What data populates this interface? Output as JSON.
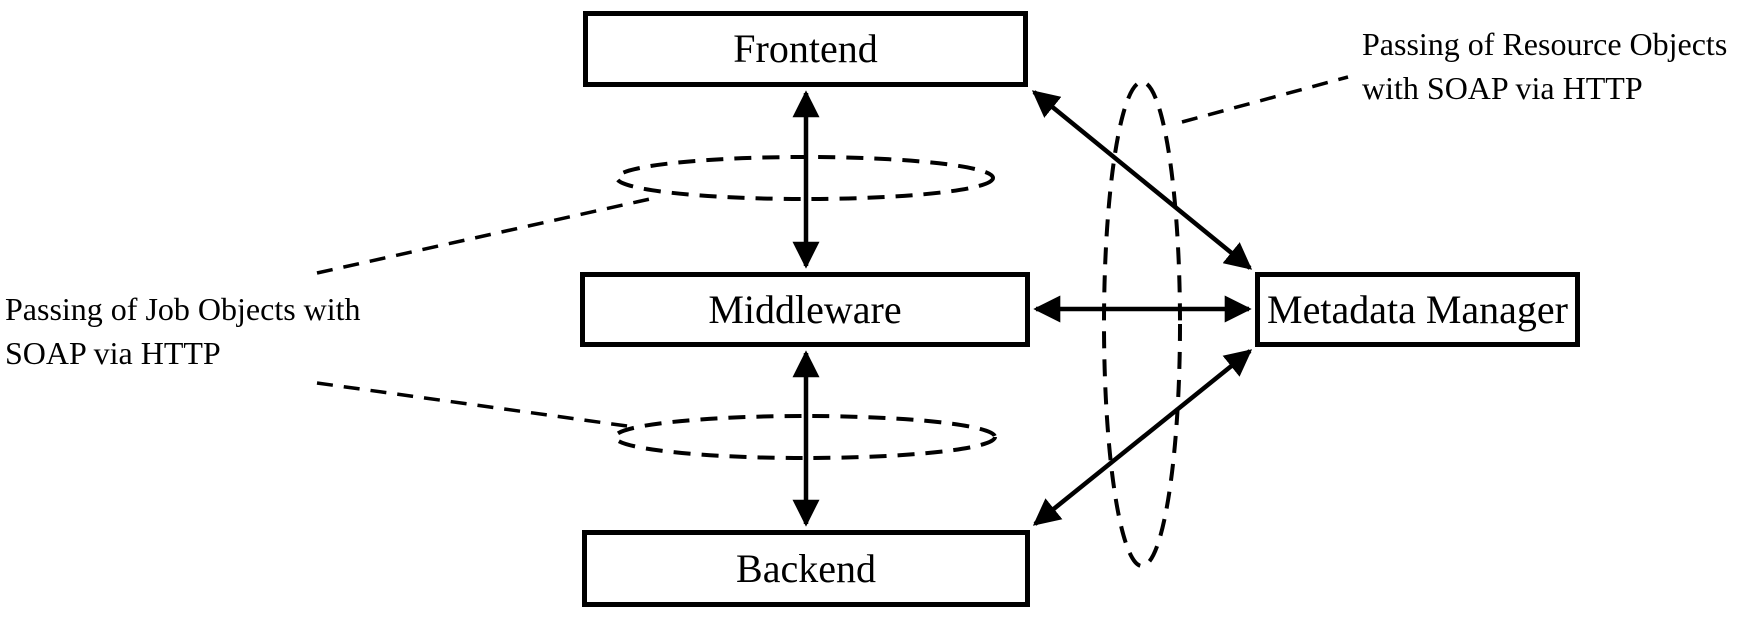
{
  "diagram": {
    "nodes": {
      "frontend": {
        "label": "Frontend"
      },
      "middleware": {
        "label": "Middleware"
      },
      "backend": {
        "label": "Backend"
      },
      "metadata_manager": {
        "label": "Metadata Manager"
      }
    },
    "annotations": {
      "job_objects": {
        "line1": "Passing of Job Objects with",
        "line2": "SOAP via HTTP"
      },
      "resource_objects": {
        "line1": "Passing of Resource Objects",
        "line2": "with SOAP via HTTP"
      }
    },
    "edges": [
      {
        "from": "Frontend",
        "to": "Middleware",
        "bidirectional": true,
        "style": "solid-double-arrow"
      },
      {
        "from": "Middleware",
        "to": "Backend",
        "bidirectional": true,
        "style": "solid-double-arrow"
      },
      {
        "from": "Middleware",
        "to": "Metadata Manager",
        "bidirectional": true,
        "style": "solid-double-arrow"
      },
      {
        "from": "Frontend",
        "to": "Metadata Manager",
        "bidirectional": true,
        "style": "solid-double-arrow"
      },
      {
        "from": "Backend",
        "to": "Metadata Manager",
        "bidirectional": true,
        "style": "solid-double-arrow"
      }
    ],
    "groupings": [
      {
        "shape": "dashed-ellipse",
        "around": "Frontend-Middleware arrow",
        "annotation": "job_objects"
      },
      {
        "shape": "dashed-ellipse",
        "around": "Middleware-Backend arrow",
        "annotation": "job_objects"
      },
      {
        "shape": "dashed-ellipse",
        "around": "Metadata Manager arrows",
        "annotation": "resource_objects"
      }
    ],
    "colors": {
      "line": "#000000",
      "background": "#ffffff",
      "box_fill": "#ffffff"
    }
  }
}
